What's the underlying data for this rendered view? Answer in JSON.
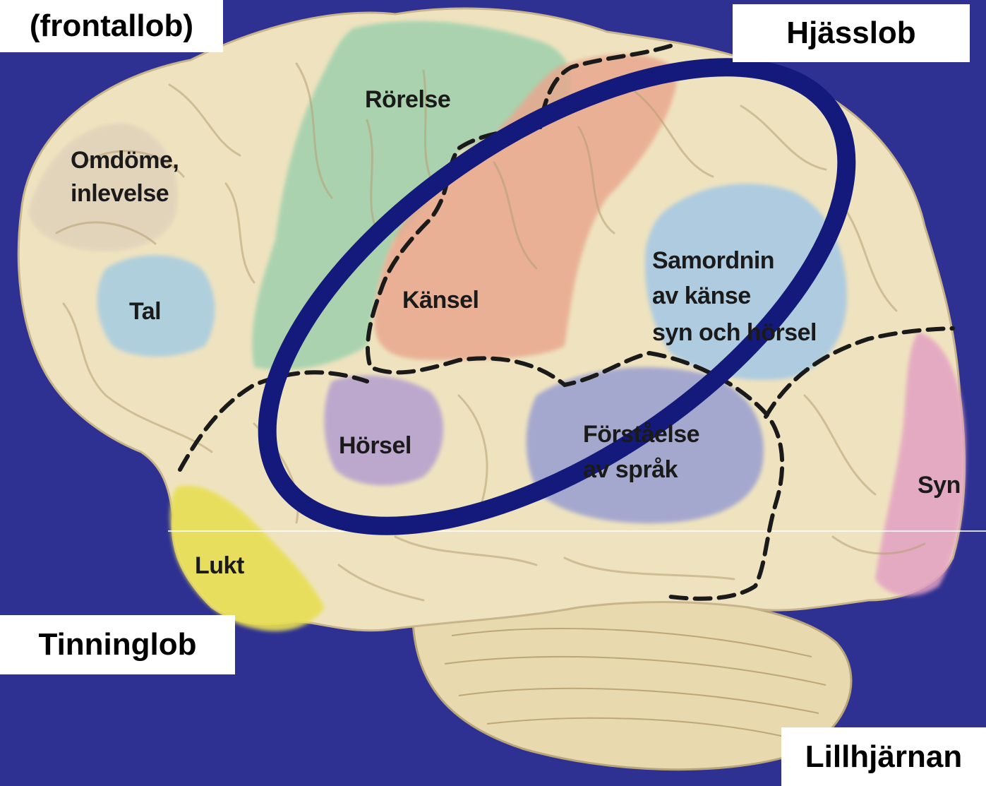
{
  "lobes": {
    "frontal": "(frontallob)",
    "parietal": "Hjässlob",
    "temporal": "Tinninglob",
    "cerebellum": "Lillhjärnan"
  },
  "areas": {
    "movement": "Rörelse",
    "judgement_line1": "Omdöme,",
    "judgement_line2": "inlevelse",
    "speech": "Tal",
    "sensation": "Känsel",
    "coordination_line1": "Samordnin",
    "coordination_line2": "av känse",
    "coordination_line3": "syn och hörsel",
    "hearing": "Hörsel",
    "language_line1": "Förståelse",
    "language_line2": "av språk",
    "vision": "Syn",
    "smell": "Lukt"
  },
  "colors": {
    "background": "#2e3192",
    "highlight_ellipse": "#131a7c",
    "brain_base": "#efe3bf",
    "movement_region": "#9ed0ac",
    "sensation_region": "#e8a88f",
    "coordination_region": "#a8c9e3",
    "speech_region": "#a9cde0",
    "hearing_region": "#b7a2cf",
    "language_region": "#9ea2d0",
    "vision_region": "#e3a1c3",
    "smell_region": "#e8de52"
  }
}
